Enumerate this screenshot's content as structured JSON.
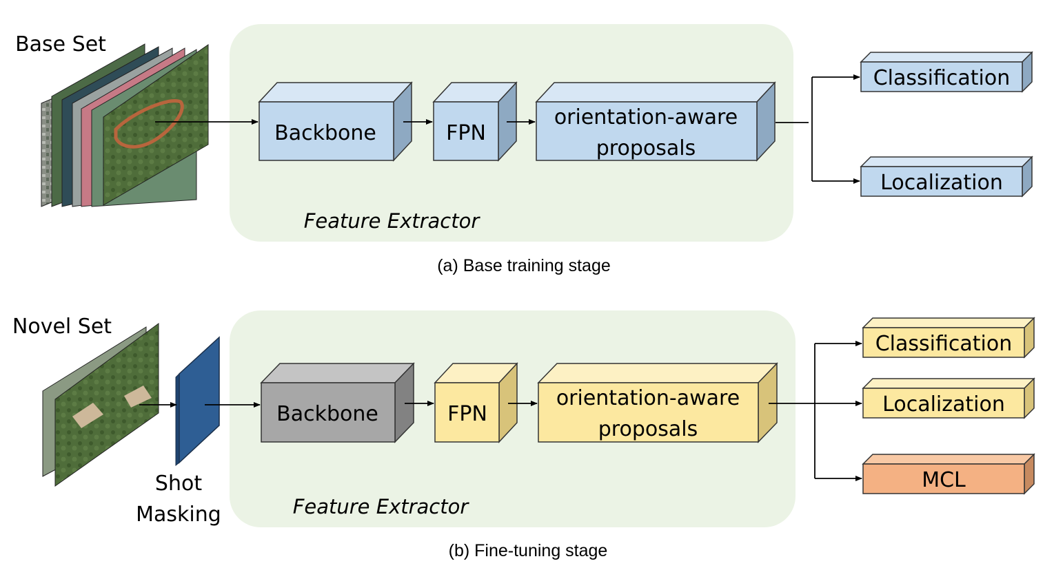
{
  "stage_a": {
    "input_label": "Base Set",
    "feature_extractor_label": "Feature Extractor",
    "backbone_label": "Backbone",
    "fpn_label": "FPN",
    "proposals_line1": "orientation-aware",
    "proposals_line2": "proposals",
    "head_classification": "Classification",
    "head_localization": "Localization",
    "caption": "(a) Base training stage"
  },
  "stage_b": {
    "input_label": "Novel Set",
    "shot_masking_line1": "Shot",
    "shot_masking_line2": "Masking",
    "feature_extractor_label": "Feature Extractor",
    "backbone_label": "Backbone",
    "fpn_label": "FPN",
    "proposals_line1": "orientation-aware",
    "proposals_line2": "proposals",
    "head_classification": "Classification",
    "head_localization": "Localization",
    "head_mcl": "MCL",
    "caption": "(b) Fine-tuning stage"
  },
  "colors": {
    "extractor_bg": "#ebf3e5",
    "blue_front": "#c0d8ee",
    "blue_top": "#d8e7f5",
    "blue_side": "#8ea9c2",
    "yellow_front": "#fce8a0",
    "yellow_top": "#fdf1c4",
    "yellow_side": "#d8c37a",
    "gray_front": "#a7a7a7",
    "gray_top": "#c4c4c4",
    "gray_side": "#828282",
    "orange_front": "#f4b183",
    "orange_side": "#c78a60",
    "mask_blue": "#2e5e94"
  }
}
